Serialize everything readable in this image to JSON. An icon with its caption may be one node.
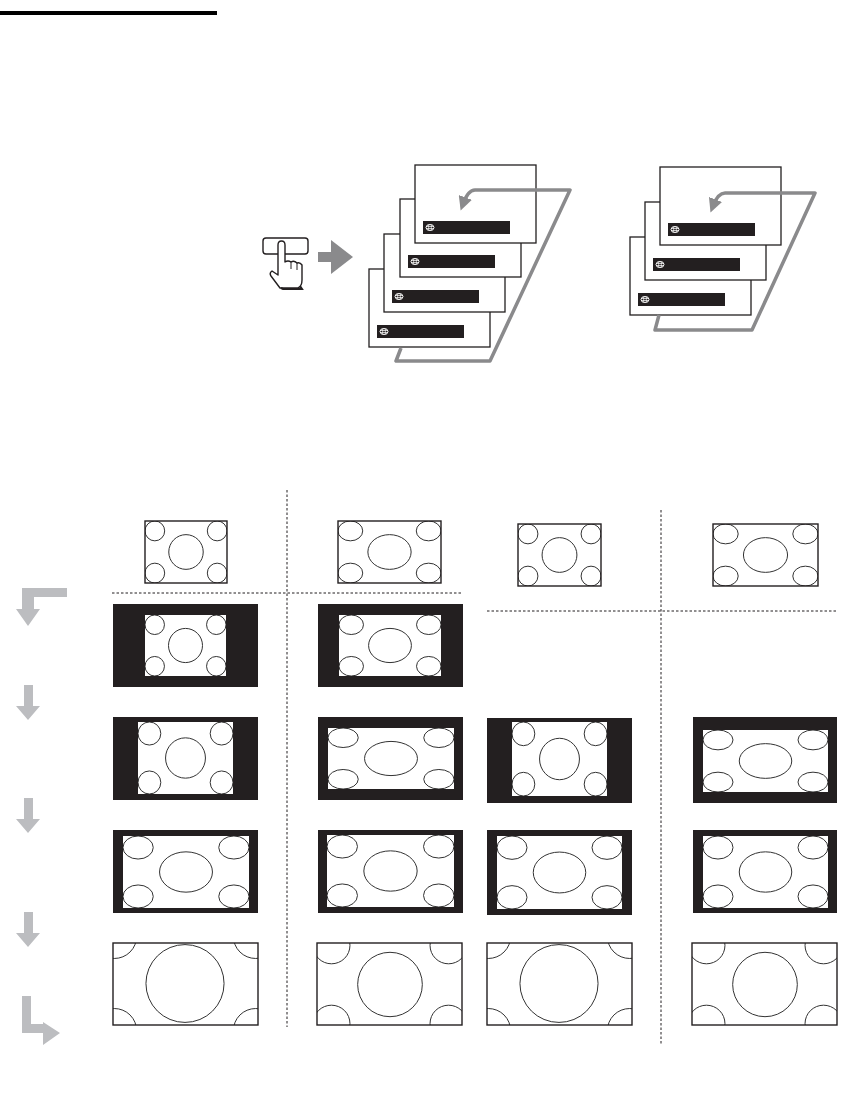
{
  "diagram": {
    "nodes": [
      {
        "text": [],
        "shape": "button"
      },
      {
        "text": [],
        "shape": "picture"
      }
    ],
    "edges": [
      {
        "from": 0,
        "to": 1,
        "arrow": "to"
      }
    ]
  }
}
